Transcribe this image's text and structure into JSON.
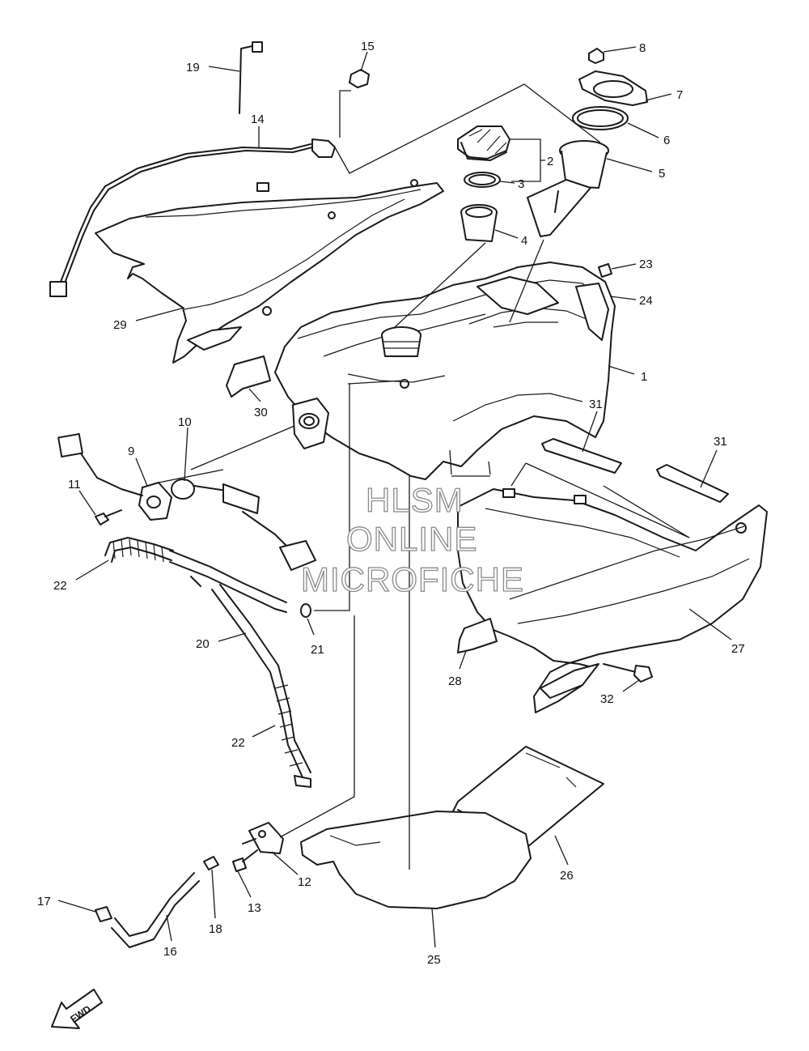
{
  "watermark": {
    "line1": "HLSM",
    "line2": "ONLINE",
    "line3": "MICROFICHE"
  },
  "direction_label": "FWD",
  "callouts": [
    {
      "id": "1",
      "label": "1"
    },
    {
      "id": "2",
      "label": "2"
    },
    {
      "id": "3",
      "label": "3"
    },
    {
      "id": "4",
      "label": "4"
    },
    {
      "id": "5",
      "label": "5"
    },
    {
      "id": "6",
      "label": "6"
    },
    {
      "id": "7",
      "label": "7"
    },
    {
      "id": "8",
      "label": "8"
    },
    {
      "id": "9",
      "label": "9"
    },
    {
      "id": "10",
      "label": "10"
    },
    {
      "id": "11",
      "label": "11"
    },
    {
      "id": "12",
      "label": "12"
    },
    {
      "id": "13",
      "label": "13"
    },
    {
      "id": "14",
      "label": "14"
    },
    {
      "id": "15",
      "label": "15"
    },
    {
      "id": "16",
      "label": "16"
    },
    {
      "id": "17",
      "label": "17"
    },
    {
      "id": "18",
      "label": "18"
    },
    {
      "id": "19",
      "label": "19"
    },
    {
      "id": "20",
      "label": "20"
    },
    {
      "id": "21",
      "label": "21"
    },
    {
      "id": "22a",
      "label": "22"
    },
    {
      "id": "22b",
      "label": "22"
    },
    {
      "id": "23",
      "label": "23"
    },
    {
      "id": "24",
      "label": "24"
    },
    {
      "id": "25",
      "label": "25"
    },
    {
      "id": "26",
      "label": "26"
    },
    {
      "id": "27",
      "label": "27"
    },
    {
      "id": "28",
      "label": "28"
    },
    {
      "id": "29",
      "label": "29"
    },
    {
      "id": "30",
      "label": "30"
    },
    {
      "id": "31a",
      "label": "31"
    },
    {
      "id": "31b",
      "label": "31"
    },
    {
      "id": "32",
      "label": "32"
    }
  ]
}
